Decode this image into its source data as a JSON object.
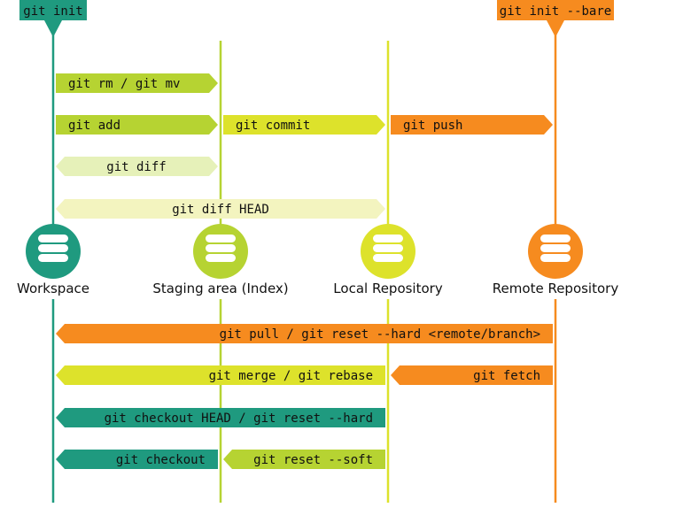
{
  "colors": {
    "green_dark": "#1f9a7f",
    "lime": "#b6d332",
    "yellow": "#dde22b",
    "orange": "#f68b1f",
    "pale_lime": "#e6f1b9",
    "pale_yellow": "#f3f4bf"
  },
  "top_tags": {
    "init": "git init",
    "init_bare": "git init --bare"
  },
  "locations": [
    {
      "label": "Workspace",
      "color": "green_dark",
      "icon": "database-icon"
    },
    {
      "label": "Staging area (Index)",
      "color": "lime",
      "icon": "database-icon"
    },
    {
      "label": "Local Repository",
      "color": "yellow",
      "icon": "database-icon"
    },
    {
      "label": "Remote Repository",
      "color": "orange",
      "icon": "database-icon"
    }
  ],
  "commands": {
    "rm_mv": "git rm / git mv",
    "add": "git add",
    "commit": "git commit",
    "push": "git push",
    "diff": "git diff",
    "diff_head": "git diff HEAD",
    "pull_reset": "git pull / git reset --hard <remote/branch>",
    "merge_rebase": "git merge / git rebase",
    "fetch": "git fetch",
    "checkout_head": "git checkout HEAD / git reset --hard",
    "checkout": "git checkout",
    "reset_soft": "git reset --soft"
  }
}
